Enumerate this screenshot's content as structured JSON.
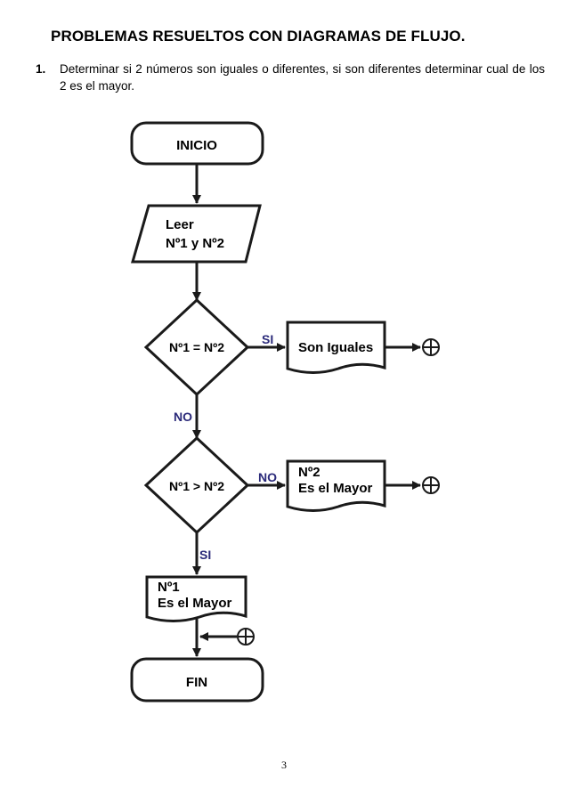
{
  "header": {
    "title": "PROBLEMAS RESUELTOS CON DIAGRAMAS DE FLUJO."
  },
  "problem": {
    "number": "1.",
    "text": "Determinar si 2 números son iguales o diferentes, si son diferentes determinar cual de los 2 es el mayor."
  },
  "flowchart": {
    "start": "INICIO",
    "input_line1": "Leer",
    "input_line2": "Nº1 y Nº2",
    "decision1": "Nº1 = Nº2",
    "decision1_yes": "SI",
    "decision1_no": "NO",
    "output_equal": "Son Iguales",
    "decision2": "Nº1 > Nº2",
    "decision2_no": "NO",
    "decision2_yes": "SI",
    "output_n2_line1": "Nº2",
    "output_n2_line2": "Es el Mayor",
    "output_n1_line1": "Nº1",
    "output_n1_line2": "Es el Mayor",
    "end": "FIN"
  },
  "footer": {
    "page_number": "3"
  },
  "colors": {
    "branch_label": "#2b2a7a",
    "stroke": "#1a1a1a"
  }
}
